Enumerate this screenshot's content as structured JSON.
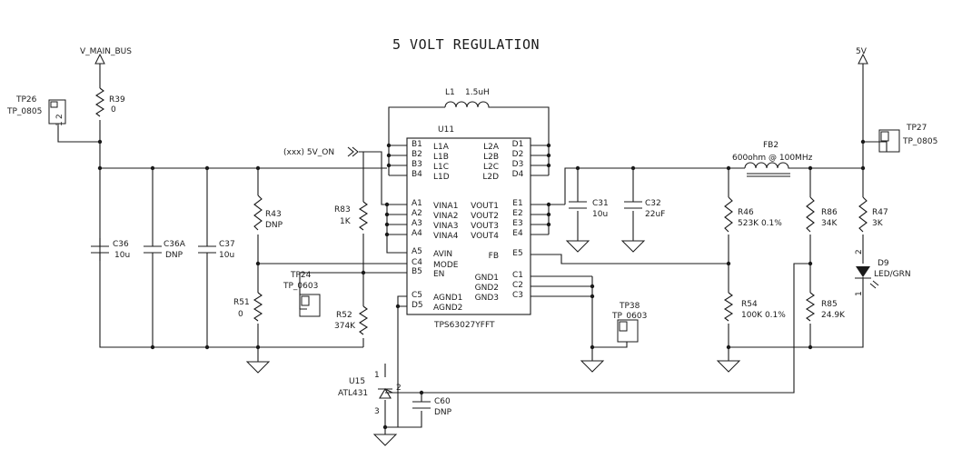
{
  "title": "5 VOLT REGULATION",
  "labels": {
    "v_main_bus": "V_MAIN_BUS",
    "v5": "5V",
    "tp26": "TP26",
    "tp26_pkg": "TP_0805",
    "tp27": "TP27",
    "tp27_pkg": "TP_0805",
    "tp24": "TP24",
    "tp24_pkg": "TP_0603",
    "tp38": "TP38",
    "tp38_pkg": "TP_0603",
    "pin1": "1",
    "pin2": "2",
    "pin3": "3",
    "r39": "R39",
    "r39_val": "0",
    "l1": "L1",
    "l1_val": "1.5uH",
    "u11": "U11",
    "u11_part": "TPS63027YFFT",
    "v5_on": "(xxx) 5V_ON",
    "fb2": "FB2",
    "fb2_val": "600ohm @ 100MHz",
    "c36": "C36",
    "c36_val": "10u",
    "c36a": "C36A",
    "c36a_val": "DNP",
    "c37": "C37",
    "c37_val": "10u",
    "r43": "R43",
    "r43_val": "DNP",
    "r83": "R83",
    "r83_val": "1K",
    "r51": "R51",
    "r51_val": "0",
    "r52": "R52",
    "r52_val": "374K",
    "c31": "C31",
    "c31_val": "10u",
    "c32": "C32",
    "c32_val": "22uF",
    "r46": "R46",
    "r46_val": "523K 0.1%",
    "r54": "R54",
    "r54_val": "100K 0.1%",
    "r86": "R86",
    "r86_val": "34K",
    "r85": "R85",
    "r85_val": "24.9K",
    "r47": "R47",
    "r47_val": "3K",
    "d9": "D9",
    "d9_val": "LED/GRN",
    "u15": "U15",
    "u15_val": "ATL431",
    "c60": "C60",
    "c60_val": "DNP"
  },
  "u11_pins_left": [
    {
      "num": "B1",
      "name": "L1A"
    },
    {
      "num": "B2",
      "name": "L1B"
    },
    {
      "num": "B3",
      "name": "L1C"
    },
    {
      "num": "B4",
      "name": "L1D"
    },
    {
      "num": "A1",
      "name": "VINA1"
    },
    {
      "num": "A2",
      "name": "VINA2"
    },
    {
      "num": "A3",
      "name": "VINA3"
    },
    {
      "num": "A4",
      "name": "VINA4"
    },
    {
      "num": "A5",
      "name": "AVIN"
    },
    {
      "num": "C4",
      "name": "MODE"
    },
    {
      "num": "B5",
      "name": "EN"
    },
    {
      "num": "C5",
      "name": "AGND1"
    },
    {
      "num": "D5",
      "name": "AGND2"
    }
  ],
  "u11_pins_right": [
    {
      "num": "D1",
      "name": "L2A"
    },
    {
      "num": "D2",
      "name": "L2B"
    },
    {
      "num": "D3",
      "name": "L2C"
    },
    {
      "num": "D4",
      "name": "L2D"
    },
    {
      "num": "E1",
      "name": "VOUT1"
    },
    {
      "num": "E2",
      "name": "VOUT2"
    },
    {
      "num": "E3",
      "name": "VOUT3"
    },
    {
      "num": "E4",
      "name": "VOUT4"
    },
    {
      "num": "E5",
      "name": "FB"
    },
    {
      "num": "C1",
      "name": "GND1"
    },
    {
      "num": "C2",
      "name": "GND2"
    },
    {
      "num": "C3",
      "name": "GND3"
    }
  ]
}
